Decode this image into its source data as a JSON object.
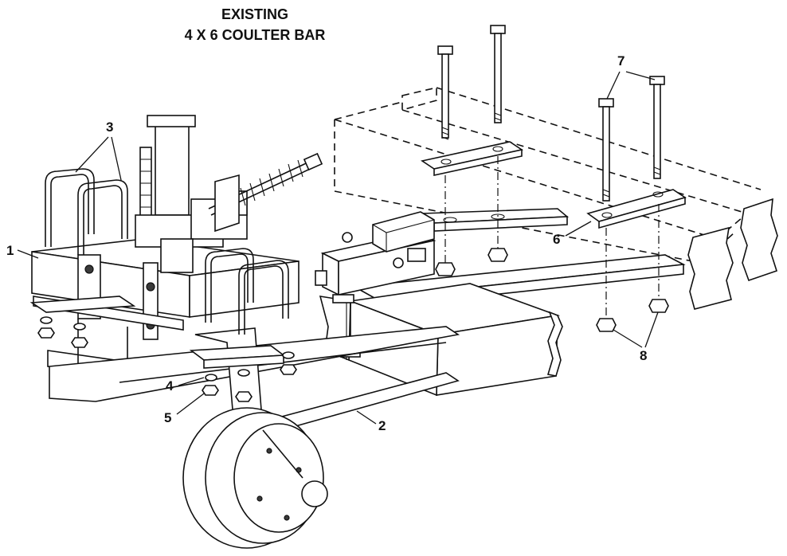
{
  "title": {
    "line1": "EXISTING",
    "line2": "4 X 6 COULTER BAR"
  },
  "callouts": [
    "1",
    "2",
    "3",
    "4",
    "5",
    "6",
    "7",
    "8"
  ]
}
